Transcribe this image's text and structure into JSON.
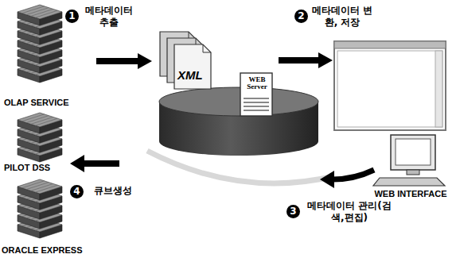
{
  "diagram": {
    "nodes": [
      {
        "text": [
          "OLAP SERVICE"
        ]
      },
      {
        "text": [
          "PILOT DSS"
        ]
      },
      {
        "text": [
          "ORACLE EXPRESS"
        ]
      },
      {
        "text": [
          "XML"
        ]
      },
      {
        "text": [
          "WEB Server"
        ]
      },
      {
        "text": [
          "WEB INTERFACE"
        ]
      }
    ],
    "edges": [
      {
        "from": 0,
        "to": 3,
        "arrow": "to"
      }
    ],
    "labels": [
      "1",
      "메타데이터 추출",
      "2",
      "메타데이터 변환, 저장",
      "3",
      "메타데이터 관리(검색,편집)",
      "4",
      "큐브생성"
    ]
  }
}
